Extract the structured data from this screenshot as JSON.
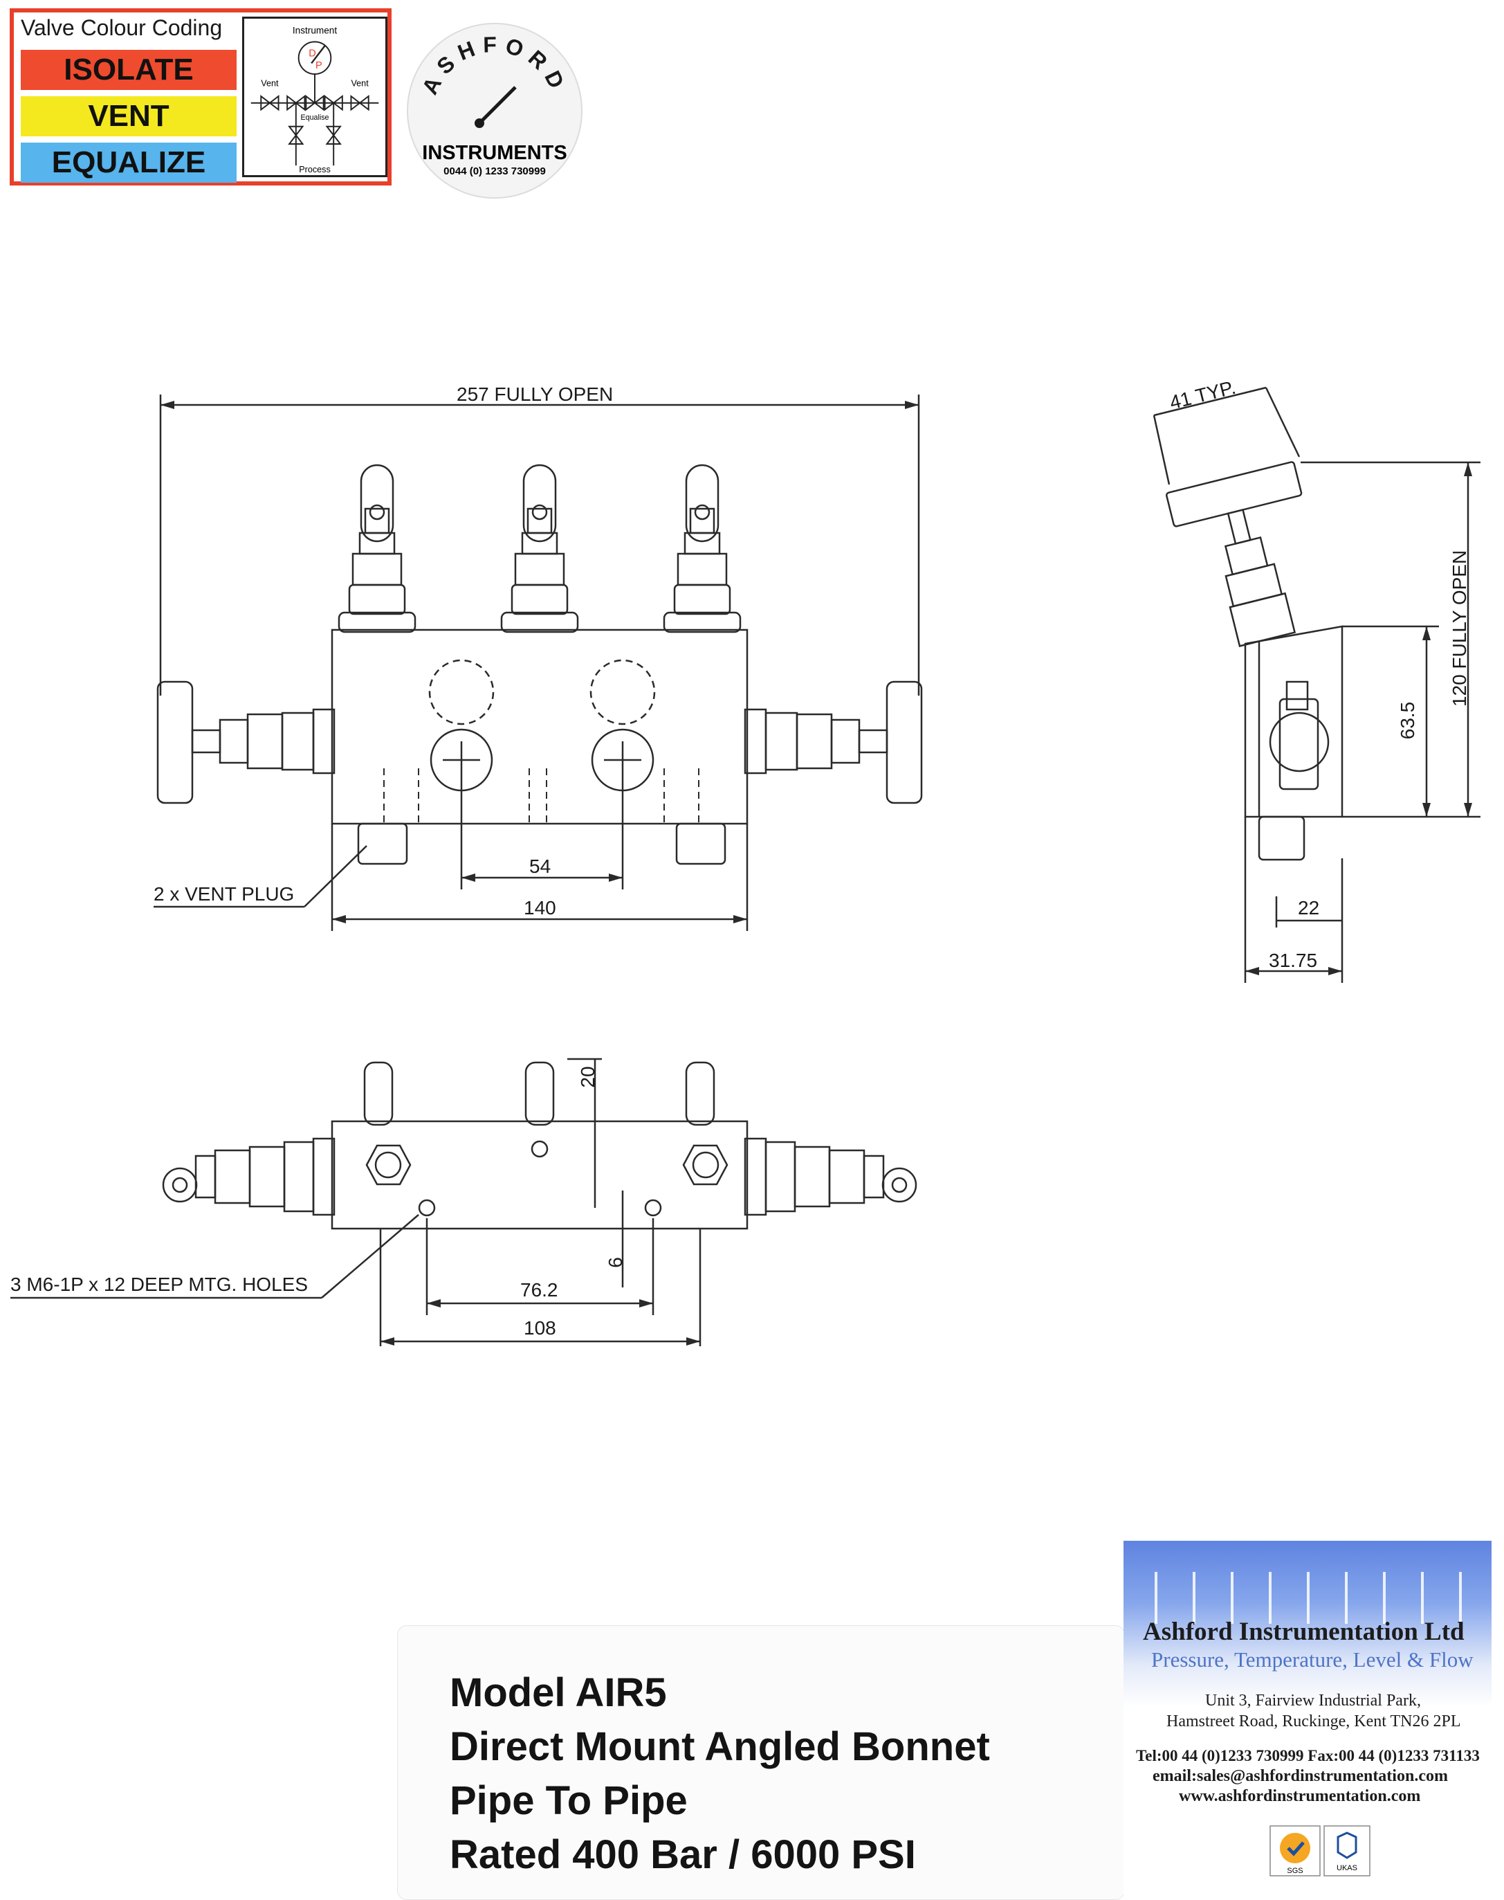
{
  "legend": {
    "title": "Valve Colour Coding",
    "isolate": "ISOLATE",
    "vent": "VENT",
    "equalize": "EQUALIZE",
    "diagram": {
      "instrument": "Instrument",
      "vent_left": "Vent",
      "vent_right": "Vent",
      "equalise": "Equalise",
      "process": "Process",
      "gauge_d": "D",
      "gauge_p": "P"
    },
    "colors": {
      "isolate": "#ef4b2e",
      "vent": "#f4e91f",
      "equalize": "#57b4ec",
      "border": "#e8402a"
    }
  },
  "logo": {
    "arc_text": "ASHFORD",
    "name": "INSTRUMENTS",
    "phone": "0044 (0) 1233 730999"
  },
  "front_view": {
    "overall": "257 FULLY OPEN",
    "vent_plug": "2 x VENT PLUG",
    "spacing": "54",
    "body_width": "140"
  },
  "side_view": {
    "handle": "41 TYP.",
    "height_open": "120 FULLY OPEN",
    "body_height": "63.5",
    "offset": "22",
    "depth": "31.75"
  },
  "top_view": {
    "height": "20",
    "offset": "6",
    "holes": "3 M6-1P x 12 DEEP MTG. HOLES",
    "hole_spacing": "76.2",
    "width": "108"
  },
  "title": {
    "line1": "Model AIR5",
    "line2": "Direct Mount Angled Bonnet",
    "line3": "Pipe To Pipe",
    "line4": "Rated 400 Bar / 6000 PSI"
  },
  "company": {
    "name": "Ashford Instrumentation Ltd",
    "tagline": "Pressure, Temperature, Level & Flow",
    "address1": "Unit 3, Fairview Industrial Park,",
    "address2": "Hamstreet Road, Ruckinge, Kent TN26 2PL",
    "tel_fax": "Tel:00 44 (0)1233 730999  Fax:00 44 (0)1233 731133",
    "email": "email:sales@ashfordinstrumentation.com",
    "web": "www.ashfordinstrumentation.com",
    "cert_labels": {
      "sgs": "SGS",
      "ukas": "UKAS"
    }
  }
}
